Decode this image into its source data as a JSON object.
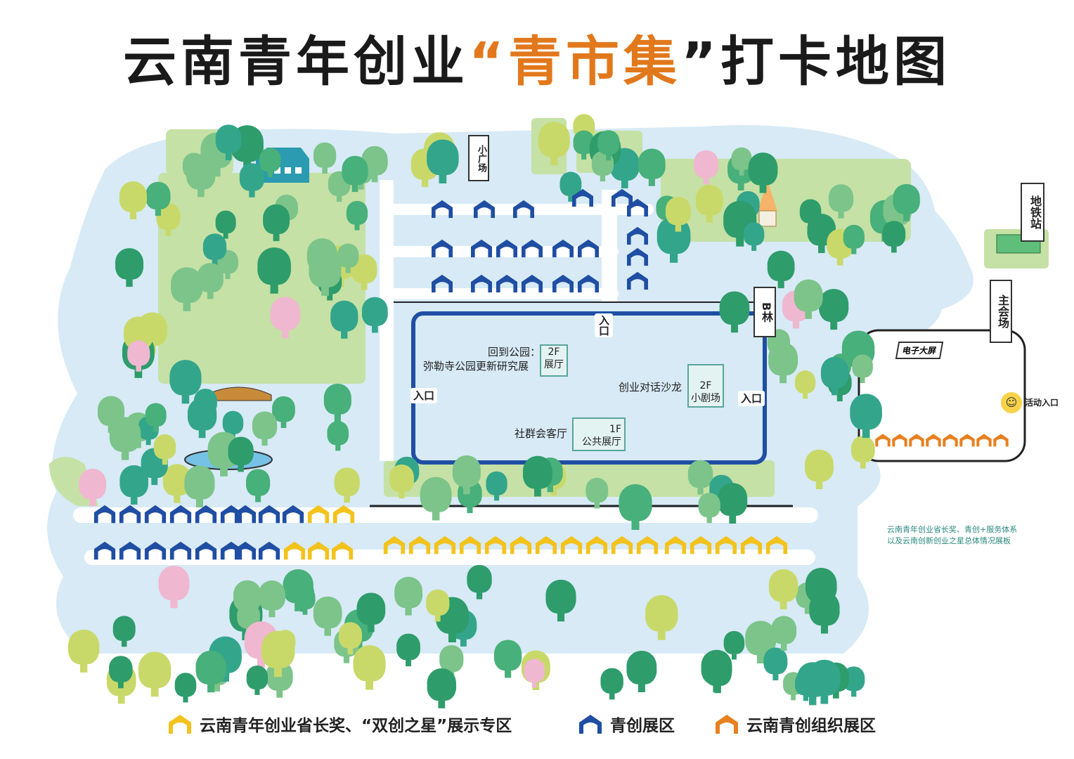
{
  "title": {
    "part1": "云南青年创业",
    "open_quote": "“",
    "highlight": "青市集",
    "close_quote": "”",
    "part2": "打卡地图"
  },
  "colors": {
    "highlight": "#e2781c",
    "yellow_tent": "#f3c21c",
    "blue_tent": "#1f4ea3",
    "orange_tent": "#e8801f",
    "water": "#d7eaf6",
    "lawn": "#c5e1a5",
    "tree": "#2e9c6b",
    "pink_tree": "#f0b7d0",
    "hall_border": "#1f4ea3"
  },
  "signs": {
    "small_square": "小广场",
    "metro": "地铁站",
    "exit_b": "B林",
    "main_venue": "主会场"
  },
  "entrances": {
    "top": "入口",
    "left": "入口",
    "right": "入口"
  },
  "hall": {
    "exhibit_label_line1": "回到公园：",
    "exhibit_label_line2": "弥勒寺公园更新研究展",
    "exhibit_box_line1": "2F",
    "exhibit_box_line2": "展厅",
    "salon_label": "创业对话沙龙",
    "theater_box_line1": "2F",
    "theater_box_line2": "小剧场",
    "lounge_label": "社群会客厅",
    "public_box_line1": "1F",
    "public_box_line2": "公共展厅"
  },
  "main_stage": {
    "screen_label": "电子大屏",
    "activity_entry": "活动入口",
    "smile_icon": "smiley-icon"
  },
  "note": {
    "line1": "云南青年创业省长奖、青创+服务体系",
    "line2": "以及云南创新创业之星总体情况展板"
  },
  "legend": [
    {
      "color": "#f3c21c",
      "label": "云南青年创业省长奖、“双创之星”展示专区",
      "icon": "yellow-tent-icon"
    },
    {
      "color": "#1f4ea3",
      "label": "青创展区",
      "icon": "blue-tent-icon"
    },
    {
      "color": "#e8801f",
      "label": "云南青创组织展区",
      "icon": "orange-tent-icon"
    }
  ]
}
